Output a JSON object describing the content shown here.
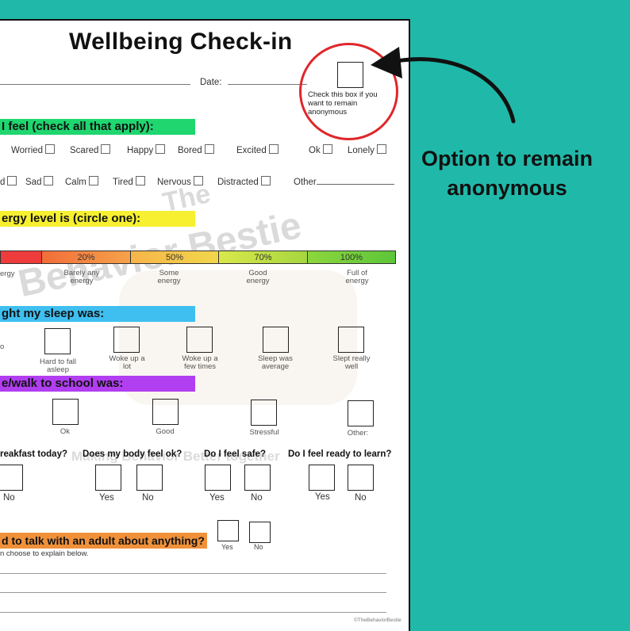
{
  "worksheet": {
    "title": "Wellbeing Check-in",
    "date_label": "Date:",
    "anonymous_text": "Check this box if you want to remain anonymous",
    "feel_heading": "I feel (check all that apply):",
    "feelings_row1": [
      "Worried",
      "Scared",
      "Happy",
      "Bored",
      "Excited",
      "Ok",
      "Lonely"
    ],
    "feelings_row2": [
      "d",
      "Sad",
      "Calm",
      "Tired",
      "Nervous",
      "Distracted",
      "Other"
    ],
    "energy_heading": "ergy level is (circle one):",
    "energy_scale": [
      "20%",
      "50%",
      "70%",
      "100%"
    ],
    "energy_labels": [
      "ergy",
      "Barely any energy",
      "Some energy",
      "Good energy",
      "Full of energy"
    ],
    "sleep_heading": "ght my sleep was:",
    "sleep_options": [
      "Hard to fall asleep",
      "Woke up a lot",
      "Woke up a few times",
      "Sleep was average",
      "Slept really well"
    ],
    "school_heading": "e/walk  to school was:",
    "school_options": [
      "Ok",
      "Good",
      "Stressful",
      "Other:"
    ],
    "q_breakfast": "reakfast today?",
    "q_body": "Does my body feel ok?",
    "q_safe": "Do I feel safe?",
    "q_ready": "Do I feel ready to learn?",
    "yes": "Yes",
    "no": "No",
    "talk_heading": "d to talk with an adult about anything?",
    "explain_text": "n choose to explain below.",
    "copyright": "©TheBehaviorBestie",
    "watermark_top": "The",
    "watermark_main": "Behavior Bestie",
    "watermark_tagline": "Making Behavior Better together"
  },
  "callout": {
    "line1": "Option to remain",
    "line2": "anonymous"
  },
  "colors": {
    "background": "#20b9a9",
    "green_band": "#1fd66f",
    "yellow_band": "#f6f031",
    "blue_band": "#3fbff0",
    "purple_band": "#b13ef0",
    "orange_band": "#f0913a",
    "highlight_circle": "#e0262a"
  }
}
